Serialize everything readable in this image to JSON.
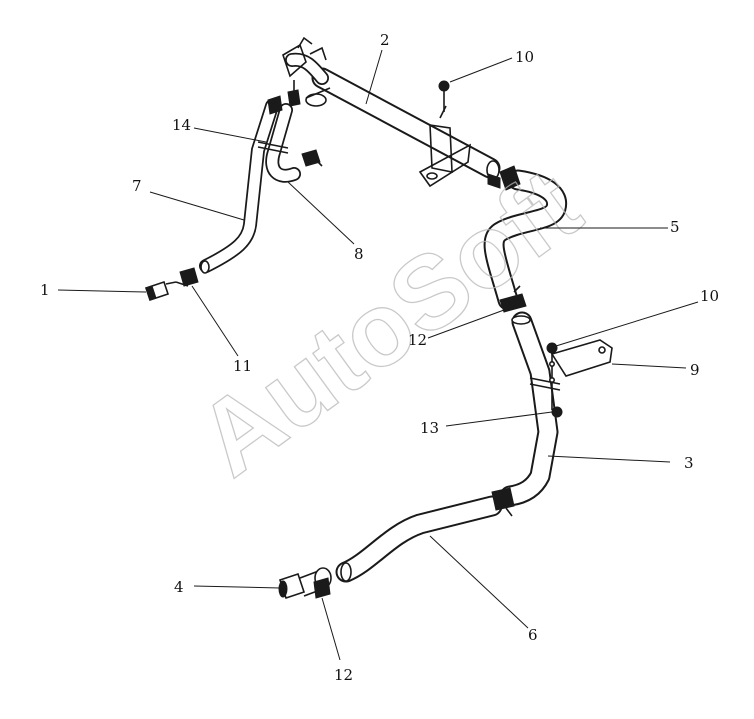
{
  "watermark": "AutoSoft",
  "callouts": [
    {
      "id": "c1",
      "label": "1"
    },
    {
      "id": "c2",
      "label": "2"
    },
    {
      "id": "c3",
      "label": "3"
    },
    {
      "id": "c4",
      "label": "4"
    },
    {
      "id": "c5",
      "label": "5"
    },
    {
      "id": "c6",
      "label": "6"
    },
    {
      "id": "c7",
      "label": "7"
    },
    {
      "id": "c8",
      "label": "8"
    },
    {
      "id": "c9",
      "label": "9"
    },
    {
      "id": "c10a",
      "label": "10"
    },
    {
      "id": "c10b",
      "label": "10"
    },
    {
      "id": "c11",
      "label": "11"
    },
    {
      "id": "c12a",
      "label": "12"
    },
    {
      "id": "c12b",
      "label": "12"
    },
    {
      "id": "c13",
      "label": "13"
    },
    {
      "id": "c14",
      "label": "14"
    }
  ]
}
